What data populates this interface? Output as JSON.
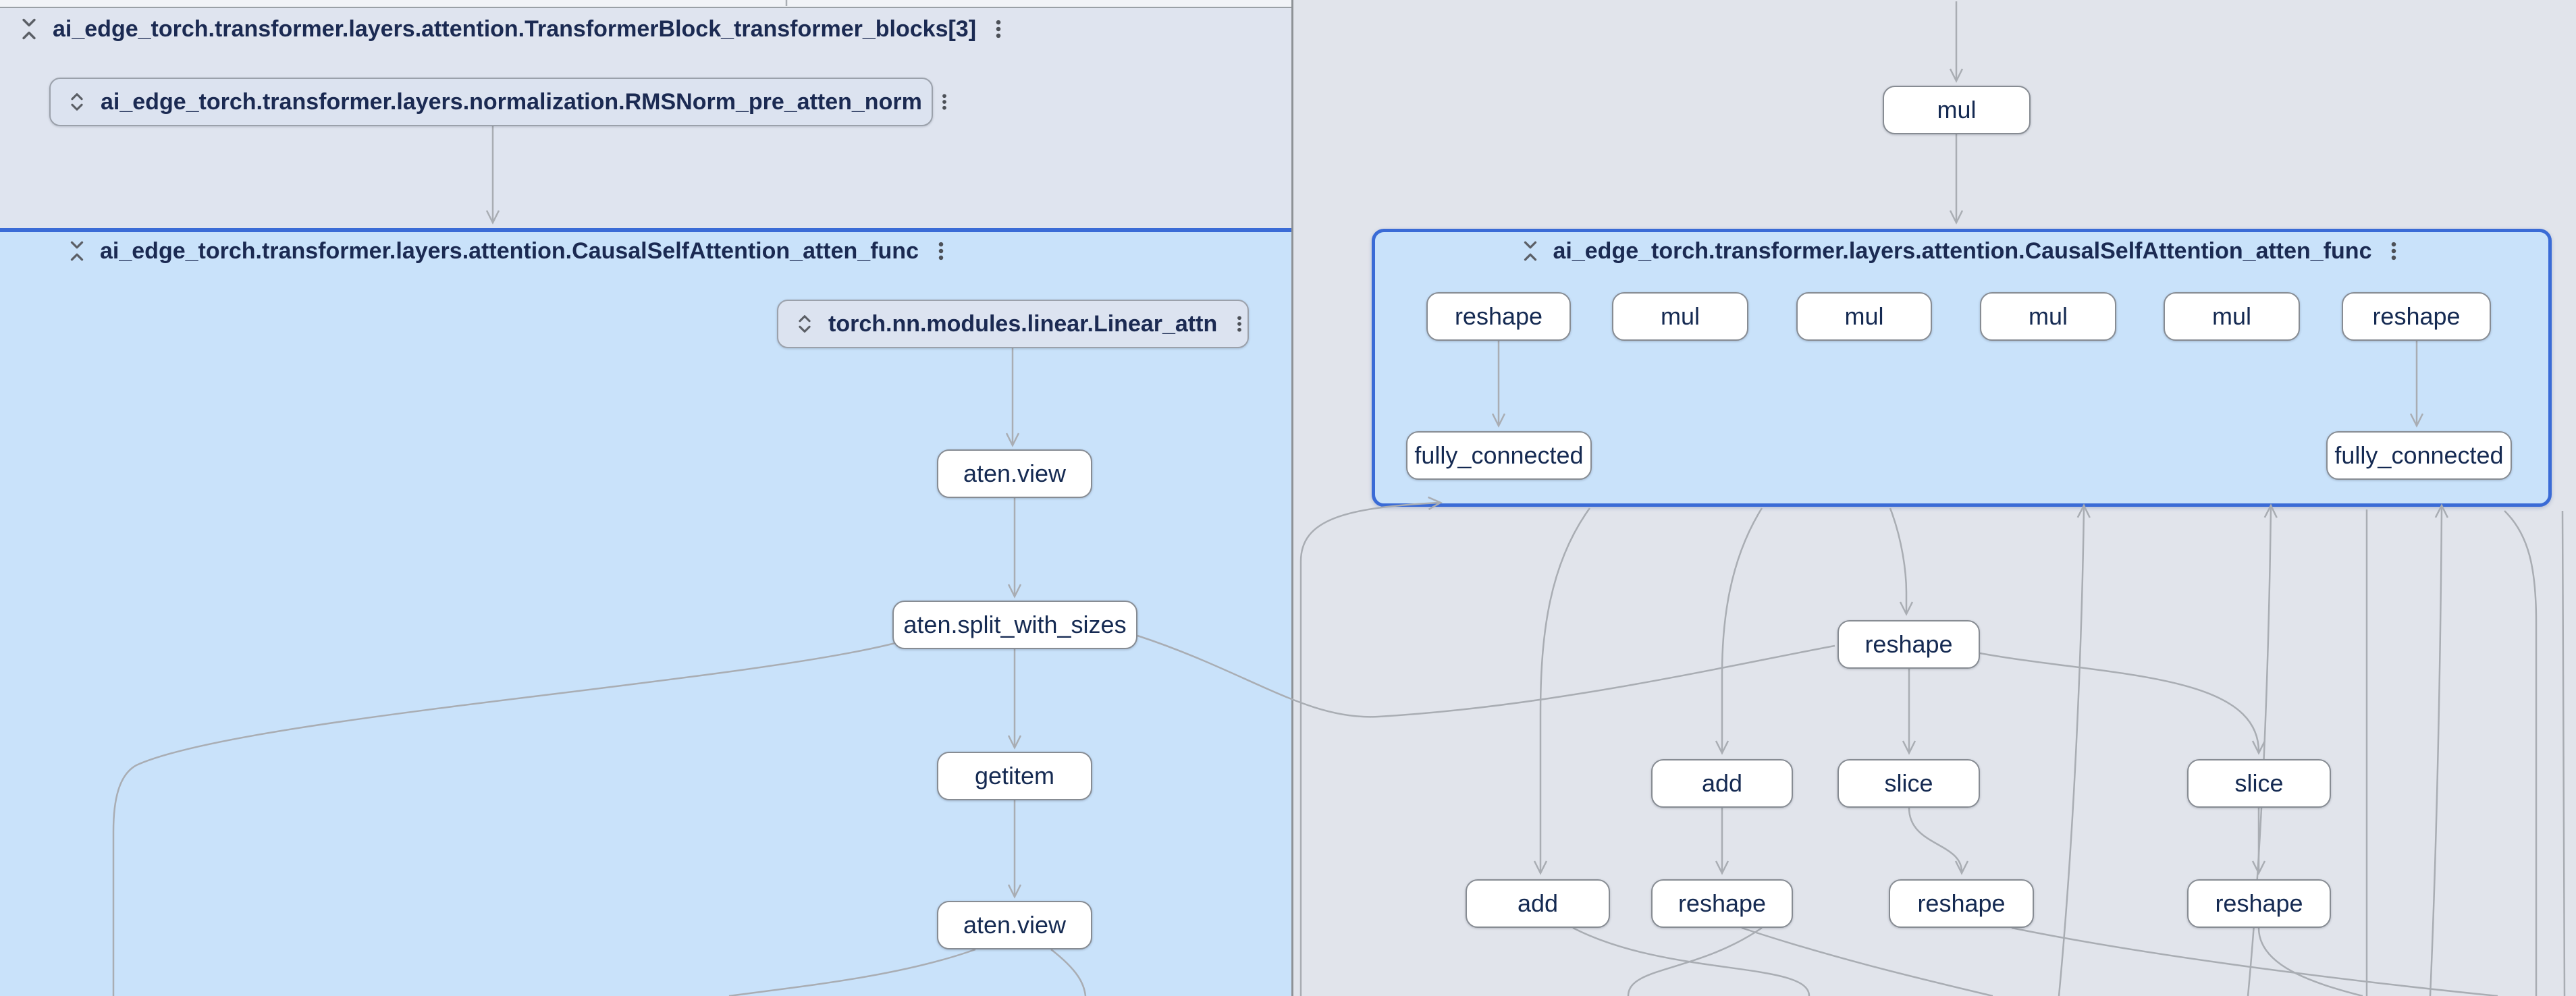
{
  "left_pane": {
    "transformer_block": {
      "title": "ai_edge_torch.transformer.layers.attention.TransformerBlock_transformer_blocks[3]",
      "collapse_icon": "unfold-less-icon",
      "menu_icon": "kebab-menu-icon"
    },
    "attention_group": {
      "title": "ai_edge_torch.transformer.layers.attention.CausalSelfAttention_atten_func",
      "collapse_icon": "unfold-less-icon",
      "menu_icon": "kebab-menu-icon"
    }
  },
  "right_pane": {
    "attention_group": {
      "title": "ai_edge_torch.transformer.layers.attention.CausalSelfAttention_atten_func",
      "collapse_icon": "unfold-less-icon",
      "menu_icon": "kebab-menu-icon",
      "selected": true
    }
  },
  "nodes": [
    {
      "id": "rms_norm_group",
      "label": "ai_edge_torch.transformer.layers.normalization.RMSNorm_pre_atten_norm",
      "kind": "collapsed-group"
    },
    {
      "id": "linear_attn_group",
      "label": "torch.nn.modules.linear.Linear_attn",
      "kind": "collapsed-group"
    },
    {
      "id": "aten_view_1",
      "label": "aten.view",
      "kind": "op"
    },
    {
      "id": "aten_split_with_sizes",
      "label": "aten.split_with_sizes",
      "kind": "op"
    },
    {
      "id": "getitem",
      "label": "getitem",
      "kind": "op"
    },
    {
      "id": "aten_view_2",
      "label": "aten.view",
      "kind": "op"
    },
    {
      "id": "mul_top",
      "label": "mul",
      "kind": "op"
    },
    {
      "id": "reshape_r1",
      "label": "reshape",
      "kind": "op"
    },
    {
      "id": "mul_r1",
      "label": "mul",
      "kind": "op"
    },
    {
      "id": "mul_r2",
      "label": "mul",
      "kind": "op"
    },
    {
      "id": "mul_r3",
      "label": "mul",
      "kind": "op"
    },
    {
      "id": "mul_r4",
      "label": "mul",
      "kind": "op"
    },
    {
      "id": "reshape_r2",
      "label": "reshape",
      "kind": "op"
    },
    {
      "id": "fully_connected_1",
      "label": "fully_connected",
      "kind": "op"
    },
    {
      "id": "fully_connected_2",
      "label": "fully_connected",
      "kind": "op"
    },
    {
      "id": "reshape_a",
      "label": "reshape",
      "kind": "op"
    },
    {
      "id": "add_b",
      "label": "add",
      "kind": "op"
    },
    {
      "id": "slice_b",
      "label": "slice",
      "kind": "op"
    },
    {
      "id": "slice_b2",
      "label": "slice",
      "kind": "op"
    },
    {
      "id": "add_c",
      "label": "add",
      "kind": "op"
    },
    {
      "id": "reshape_c1",
      "label": "reshape",
      "kind": "op"
    },
    {
      "id": "reshape_c2",
      "label": "reshape",
      "kind": "op"
    },
    {
      "id": "reshape_c3",
      "label": "reshape",
      "kind": "op"
    }
  ],
  "theme": {
    "selection_blue": "#3a6bd6",
    "group_fill": "#c9e2fa",
    "transformer_block_fill": "#dfe4ef",
    "pane_fill": "#e1e4eb",
    "node_fill": "#ffffff",
    "node_border": "#878c93",
    "edge_color": "#a9adb3",
    "title_color": "#1b2a52"
  }
}
